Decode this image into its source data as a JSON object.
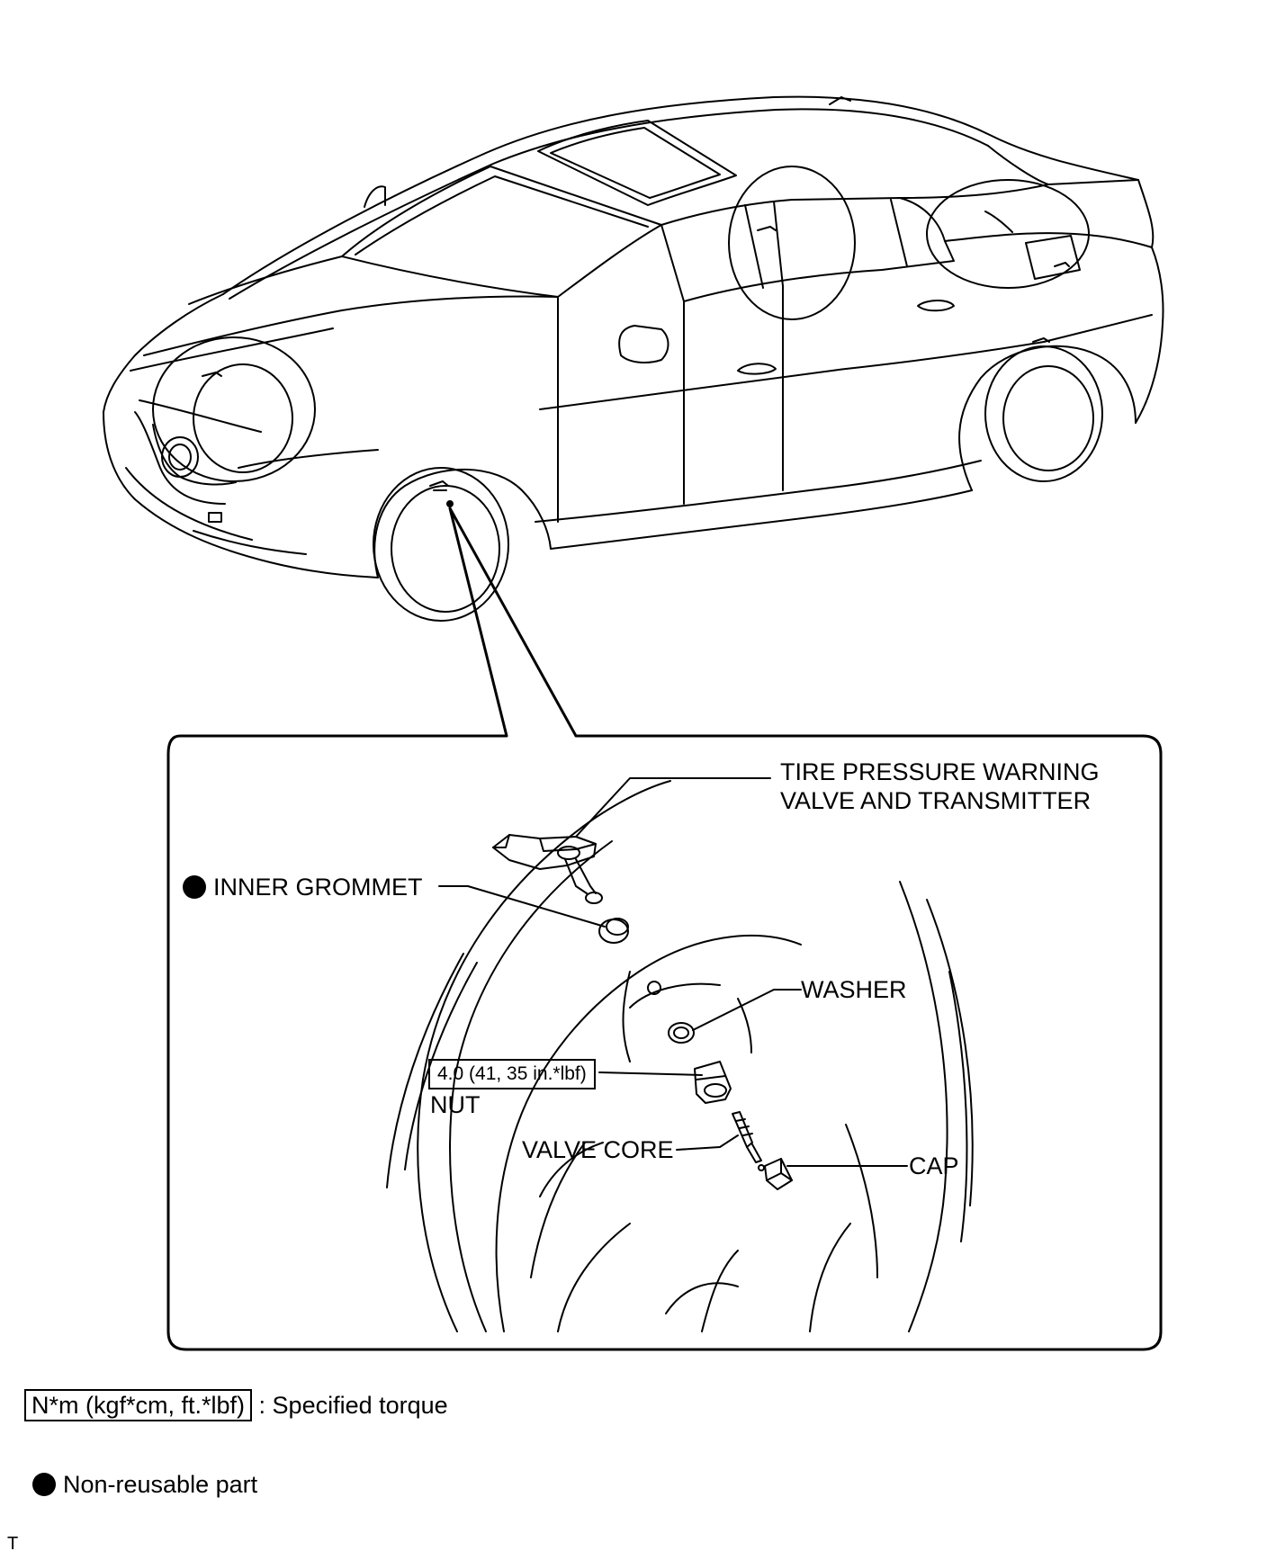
{
  "callouts": {
    "transmitter_line1": "TIRE PRESSURE WARNING",
    "transmitter_line2": "VALVE AND TRANSMITTER",
    "inner_grommet": "INNER GROMMET",
    "washer": "WASHER",
    "nut_torque": "4.0 (41, 35 in.*lbf)",
    "nut": "NUT",
    "valve_core": "VALVE CORE",
    "cap": "CAP"
  },
  "legend": {
    "torque_box": "N*m (kgf*cm, ft.*lbf)",
    "torque_desc": ": Specified torque",
    "nonreusable_desc": "Non-reusable part"
  },
  "footer": {
    "code": "T"
  },
  "colors": {
    "line": "#000000",
    "background": "#ffffff"
  },
  "icons": {
    "non_reusable": "filled-circle-icon"
  }
}
